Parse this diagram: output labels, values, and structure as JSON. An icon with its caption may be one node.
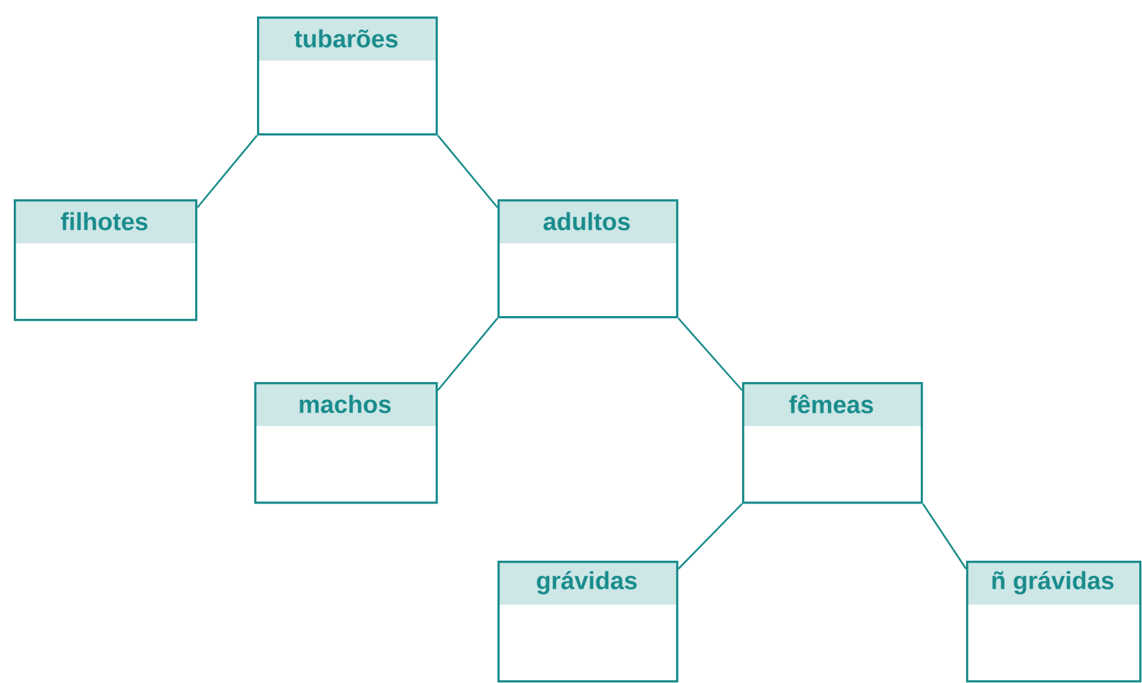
{
  "diagram": {
    "nodes": [
      {
        "text": [
          "tubarões"
        ]
      },
      {
        "text": [
          "filhotes"
        ]
      },
      {
        "text": [
          "adultos"
        ]
      },
      {
        "text": [
          "machos"
        ]
      },
      {
        "text": [
          "fêmeas"
        ]
      },
      {
        "text": [
          "grávidas"
        ]
      },
      {
        "text": [
          "ñ grávidas"
        ]
      }
    ],
    "edges": [
      {
        "from": 0,
        "to": 1,
        "arrow": "none"
      },
      {
        "from": 0,
        "to": 2,
        "arrow": "none"
      },
      {
        "from": 2,
        "to": 3,
        "arrow": "none"
      },
      {
        "from": 2,
        "to": 4,
        "arrow": "none"
      },
      {
        "from": 4,
        "to": 5,
        "arrow": "none"
      },
      {
        "from": 4,
        "to": 6,
        "arrow": "none"
      }
    ]
  }
}
